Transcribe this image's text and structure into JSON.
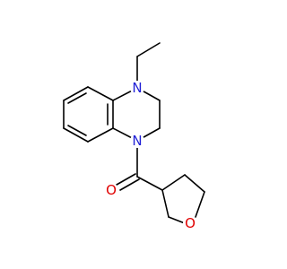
{
  "molecule": {
    "atoms": {
      "n4": {
        "symbol": "N",
        "color": "#1f1fd6"
      },
      "n1": {
        "symbol": "N",
        "color": "#1f1fd6"
      },
      "carbonyl_o": {
        "symbol": "O",
        "color": "#e00000"
      },
      "ring_o": {
        "symbol": "O",
        "color": "#e00000"
      }
    }
  }
}
